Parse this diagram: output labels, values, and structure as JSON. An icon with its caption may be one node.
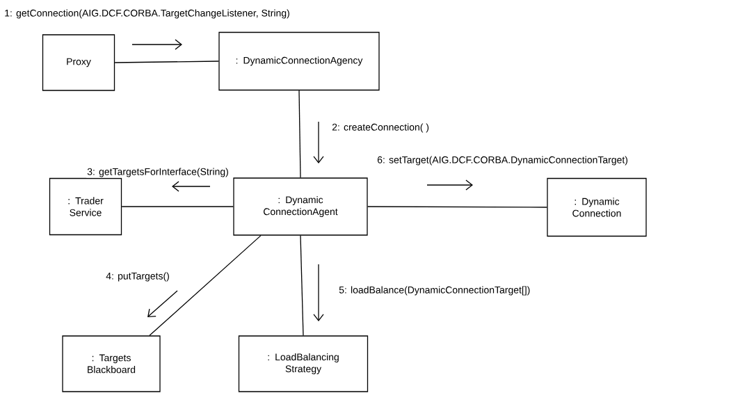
{
  "diagram": {
    "nodes": [
      {
        "text": [
          "Proxy"
        ]
      },
      {
        "text": [
          ": DynamicConnectionAgency"
        ]
      },
      {
        "text": [
          ": Dynamic ConnectionAgent"
        ]
      },
      {
        "text": [
          ": Trader Service"
        ]
      },
      {
        "text": [
          ": Dynamic Connection"
        ]
      },
      {
        "text": [
          ": Targets Blackboard"
        ]
      },
      {
        "text": [
          ": LoadBalancing Strategy"
        ]
      }
    ],
    "edges": [
      {
        "from": 0,
        "to": 1,
        "arrow": "none",
        "label": "1: getConnection(AIG.DCF.CORBA.TargetChangeListener, String)"
      },
      {
        "from": 1,
        "to": 2,
        "arrow": "none",
        "label": "2: createConnection( )"
      },
      {
        "from": 2,
        "to": 3,
        "arrow": "none",
        "label": "3: getTargetsForInterface(String)"
      },
      {
        "from": 2,
        "to": 5,
        "arrow": "none",
        "label": "4: putTargets()"
      },
      {
        "from": 2,
        "to": 6,
        "arrow": "none",
        "label": "5: loadBalance(DynamicConnectionTarget[])"
      },
      {
        "from": 2,
        "to": 4,
        "arrow": "none",
        "label": "6: setTarget(AIG.DCF.CORBA.DynamicConnectionTarget)"
      }
    ]
  }
}
